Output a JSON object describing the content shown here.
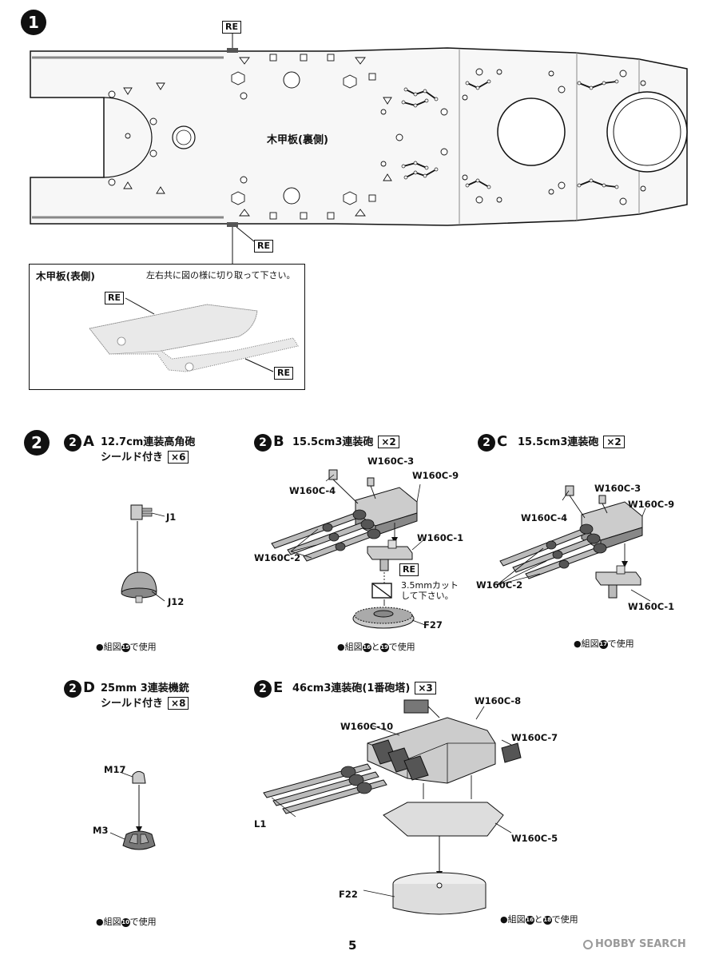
{
  "step1": {
    "number": "1",
    "center_label": "木甲板(裏側)",
    "re_top": "RE",
    "re_bottom": "RE",
    "inset": {
      "title": "木甲板(表側)",
      "instruction": "左右共に図の様に切り取って下さい。",
      "re_a": "RE",
      "re_b": "RE"
    }
  },
  "step2": {
    "number": "2",
    "A": {
      "num": "2",
      "letter": "A",
      "title_line1": "12.7cm連装高角砲",
      "title_line2": "シールド付き",
      "qty": "×6",
      "parts": [
        "J1",
        "J12"
      ],
      "usage_pre": "●組図",
      "usage_badge": "15",
      "usage_post": "で使用"
    },
    "B": {
      "num": "2",
      "letter": "B",
      "title": "15.5cm3連装砲",
      "qty": "×2",
      "parts": [
        "W160C-3",
        "W160C-4",
        "W160C-9",
        "W160C-1",
        "W160C-2",
        "F27"
      ],
      "re": "RE",
      "cut_note_line1": "3.5mmカット",
      "cut_note_line2": "して下さい。",
      "usage_pre": "●組図",
      "usage_badge1": "16",
      "usage_mid": "と",
      "usage_badge2": "19",
      "usage_post": "で使用"
    },
    "C": {
      "num": "2",
      "letter": "C",
      "title": "15.5cm3連装砲",
      "qty": "×2",
      "parts": [
        "W160C-3",
        "W160C-4",
        "W160C-9",
        "W160C-2",
        "W160C-1"
      ],
      "usage_pre": "●組図",
      "usage_badge": "17",
      "usage_post": "で使用"
    },
    "D": {
      "num": "2",
      "letter": "D",
      "title_line1": "25mm 3連装機銃",
      "title_line2": "シールド付き",
      "qty": "×8",
      "parts": [
        "M17",
        "M3"
      ],
      "usage_pre": "●組図",
      "usage_badge": "10",
      "usage_post": "で使用"
    },
    "E": {
      "num": "2",
      "letter": "E",
      "title": "46cm3連装砲(1番砲塔)",
      "qty": "×3",
      "parts": [
        "W160C-8",
        "W160C-10",
        "W160C-7",
        "L1",
        "W160C-5",
        "F22"
      ],
      "usage_pre": "●組図",
      "usage_badge1": "16",
      "usage_mid": "と",
      "usage_badge2": "18",
      "usage_post": "で使用"
    }
  },
  "page_number": "5",
  "watermark": "HOBBY SEARCH",
  "colors": {
    "ink": "#111111",
    "deck_fill": "#f4f4f4",
    "part_fill": "#d9d9d9",
    "dark_part": "#555555"
  }
}
